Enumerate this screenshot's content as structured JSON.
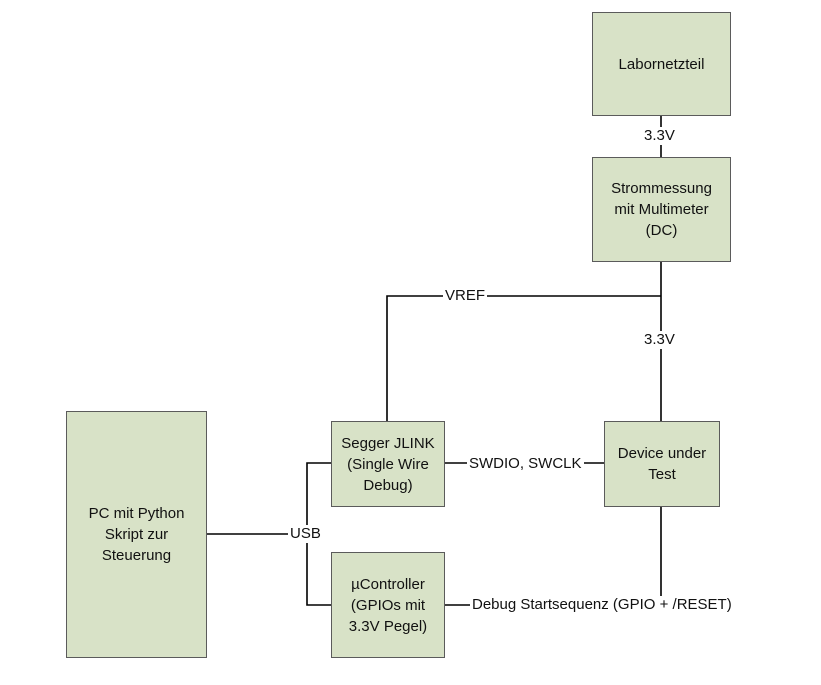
{
  "nodes": {
    "labornetzteil": "Labornetzteil",
    "strommessung": "Strommessung\nmit Multimeter\n(DC)",
    "pc": "PC mit Python\nSkript zur\nSteuerung",
    "jlink": "Segger JLINK\n(Single Wire\nDebug)",
    "dut": "Device under\nTest",
    "ucontroller": "µController\n(GPIOs mit\n3.3V Pegel)"
  },
  "edges": {
    "supply_top": "3.3V",
    "supply_dut": "3.3V",
    "vref": "VREF",
    "usb": "USB",
    "swd": "SWDIO, SWCLK",
    "debug_seq": "Debug Startsequenz (GPIO + /RESET)"
  },
  "colors": {
    "box_fill": "#d8e2c7",
    "box_border": "#5b5b5b",
    "wire": "#000000"
  }
}
